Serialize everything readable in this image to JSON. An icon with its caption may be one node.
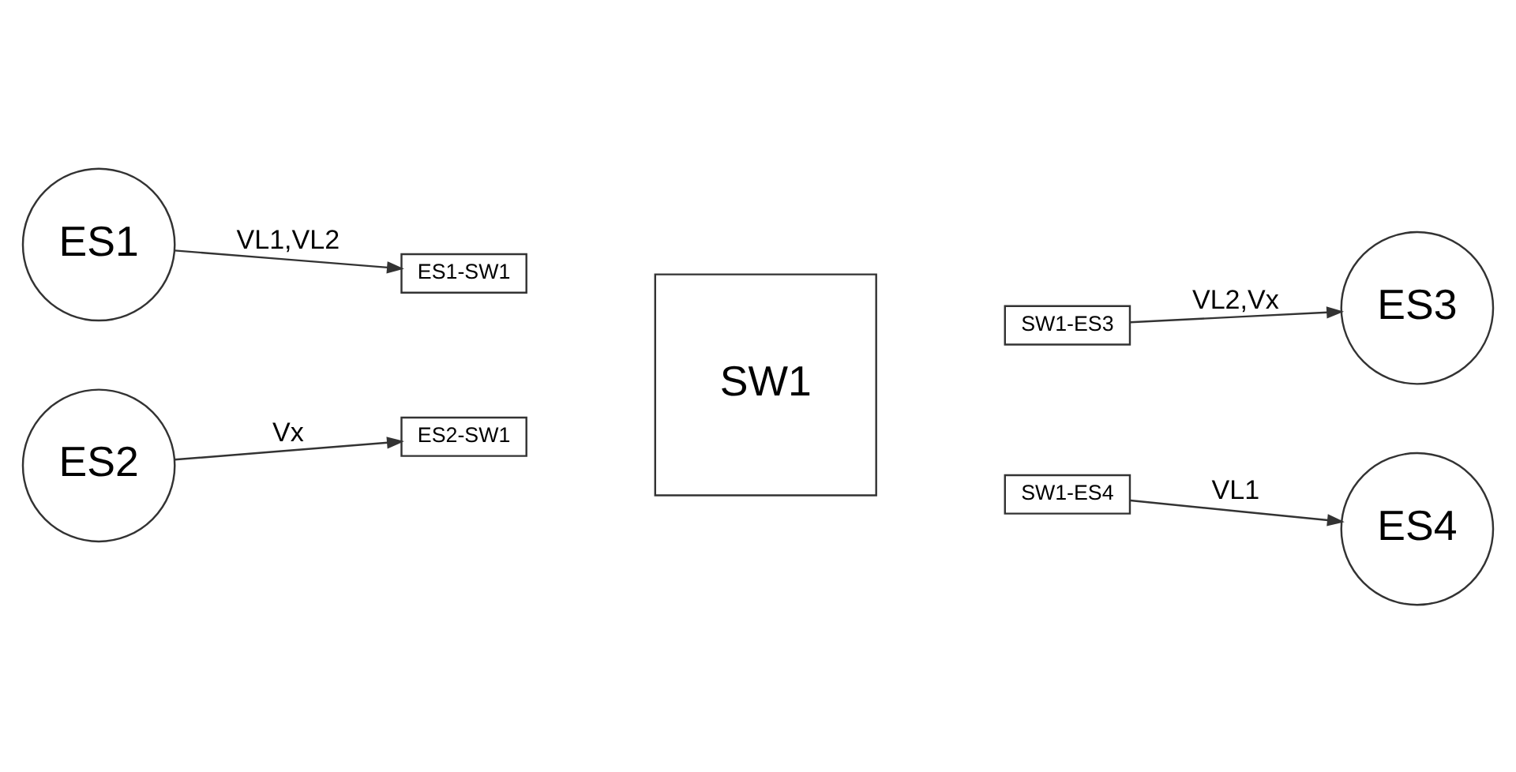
{
  "diagram": {
    "nodes": [
      {
        "text": [
          "ES1"
        ]
      },
      {
        "text": [
          "ES2"
        ]
      },
      {
        "text": [
          "ES1-SW1"
        ]
      },
      {
        "text": [
          "ES2-SW1"
        ]
      },
      {
        "text": [
          "SW1"
        ]
      },
      {
        "text": [
          "SW1-ES3"
        ]
      },
      {
        "text": [
          "SW1-ES4"
        ]
      },
      {
        "text": [
          "ES3"
        ]
      },
      {
        "text": [
          "ES4"
        ]
      }
    ],
    "edges": [
      {
        "from": 0,
        "to": 2,
        "arrow": "to",
        "label": "VL1,VL2"
      },
      {
        "from": 1,
        "to": 3,
        "arrow": "to",
        "label": "Vx"
      },
      {
        "from": 5,
        "to": 7,
        "arrow": "to",
        "label": "VL2,Vx"
      },
      {
        "from": 6,
        "to": 8,
        "arrow": "to",
        "label": "VL1"
      }
    ]
  }
}
